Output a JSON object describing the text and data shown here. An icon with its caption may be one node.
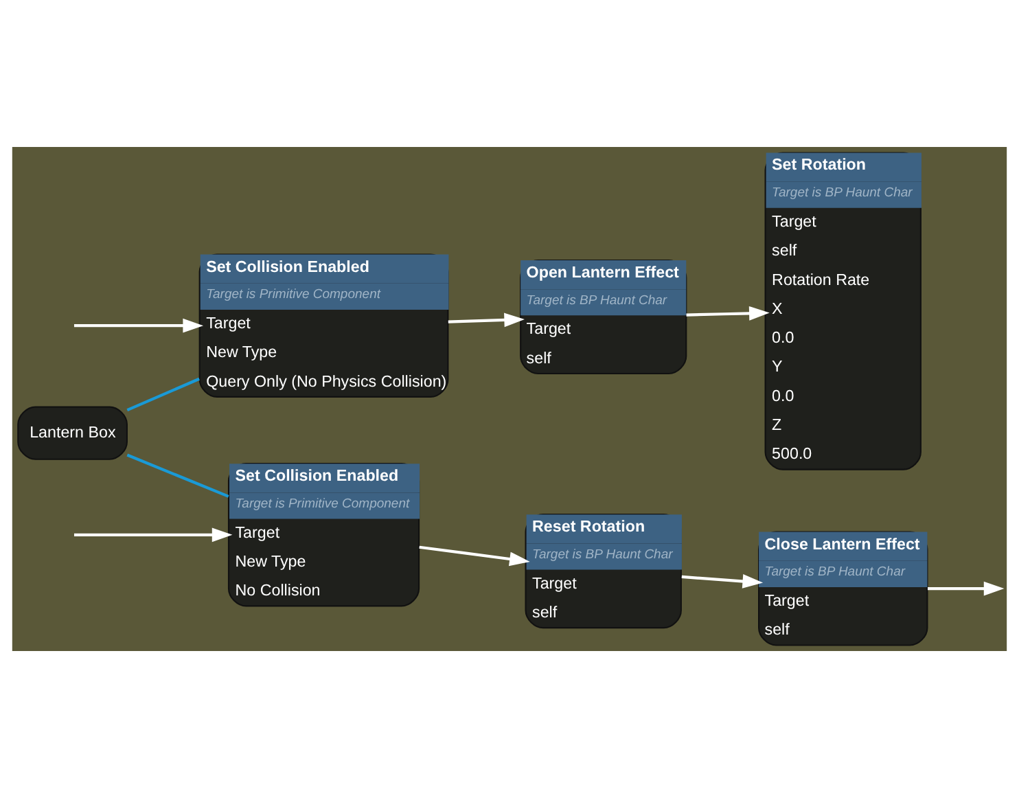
{
  "diagram": {
    "nodes": [
      {
        "text": [
          "Set Collision Enabled",
          "Target is Primitive Component",
          "Target",
          "New Type",
          "Query Only (No Physics Collision)"
        ]
      },
      {
        "text": [
          "Open Lantern Effect",
          "Target is BP Haunt Char",
          "Target",
          "self"
        ]
      },
      {
        "text": [
          "Set Rotation",
          "Target is BP Haunt Char",
          "Target",
          "self",
          "Rotation Rate",
          "X",
          "0.0",
          "Y",
          "0.0",
          "Z",
          "500.0"
        ]
      },
      {
        "text": [
          "Lantern Box"
        ]
      },
      {
        "text": [
          "Set Collision Enabled",
          "Target is Primitive Component",
          "Target",
          "New Type",
          "No Collision"
        ]
      },
      {
        "text": [
          "Reset Rotation",
          "Target is BP Haunt Char",
          "Target",
          "self"
        ]
      },
      {
        "text": [
          "Close Lantern Effect",
          "Target is BP Haunt Char",
          "Target",
          "self"
        ]
      }
    ],
    "edges": [
      {
        "from": null,
        "to": 0,
        "arrow": "to"
      },
      {
        "from": 0,
        "to": 1,
        "arrow": "to"
      },
      {
        "from": 1,
        "to": 2,
        "arrow": "to"
      },
      {
        "from": 3,
        "to": 0,
        "arrow": "none",
        "color": "#1a9ad6"
      },
      {
        "from": 3,
        "to": 4,
        "arrow": "none",
        "color": "#1a9ad6"
      },
      {
        "from": null,
        "to": 4,
        "arrow": "to"
      },
      {
        "from": 4,
        "to": 5,
        "arrow": "to"
      },
      {
        "from": 5,
        "to": 6,
        "arrow": "to"
      },
      {
        "from": 6,
        "to": null,
        "arrow": "to"
      }
    ]
  }
}
